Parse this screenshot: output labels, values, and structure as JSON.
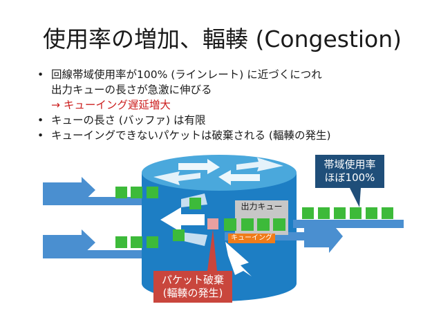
{
  "slide": {
    "title": "使用率の増加、輻輳 (Congestion)",
    "bullets": [
      {
        "line1": "回線帯域使用率が100% (ラインレート) に近づくにつれ",
        "line2": "出力キューの長さが急激に伸びる",
        "line3": "→ キューイング遅延増大"
      },
      {
        "line1": "キューの長さ (バッファ) は有限"
      },
      {
        "line1": "キューイングできないパケットは破棄される (輻輳の発生)"
      }
    ],
    "bullet_marker": "•"
  },
  "diagram": {
    "utilization_callout": {
      "line1": "帯域使用率",
      "line2": "ほぼ100%"
    },
    "output_queue_label": "出力キュー",
    "queueing_label": "キューイング",
    "drop_callout": {
      "line1": "パケット破棄",
      "line2": "(輻輳の発生)"
    },
    "colors": {
      "packet": "#3dba3a",
      "router_body": "#1d7ec4",
      "router_top": "#4aa8dc",
      "link": "#4a8fd0",
      "callout": "#1f4e79",
      "drop_callout": "#c9463d",
      "dropped_packet": "#e8a0a0",
      "queue_label": "#f07c1a"
    }
  }
}
